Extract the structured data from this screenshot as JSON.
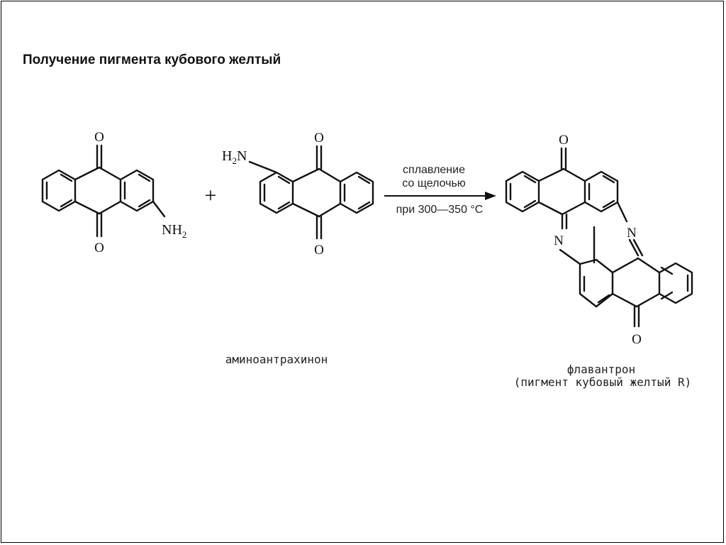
{
  "slide": {
    "title": "Получение пигмента кубового желтый"
  },
  "reaction": {
    "reactant1": {
      "label_top": "O",
      "label_bottom": "O",
      "substituent": "NH",
      "substituent_sub": "2"
    },
    "plus": "+",
    "reactant2": {
      "label_top": "O",
      "label_bottom": "O",
      "substituent": "H",
      "substituent_sub": "2",
      "substituent_tail": "N",
      "caption": "аминоантрахинон"
    },
    "arrow": {
      "condition_line1": "сплавление",
      "condition_line2": "со щелочью",
      "condition_line3": "при 300—350 °С"
    },
    "product": {
      "o_top": "O",
      "o_bottom": "O",
      "n_left": "N",
      "n_right": "N",
      "caption_line1": "флавантрон",
      "caption_line2": "(пигмент кубовый желтый R)"
    }
  }
}
